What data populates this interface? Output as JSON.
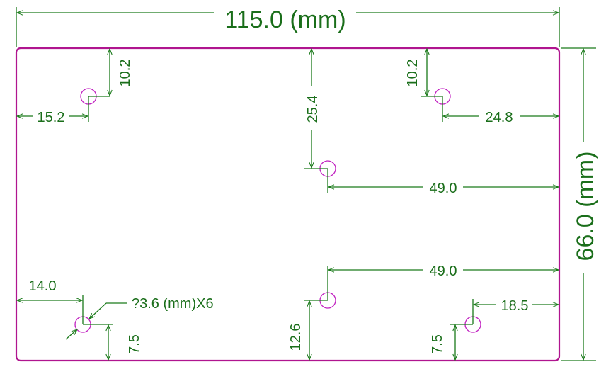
{
  "diagram": {
    "overall_width": "115.0 (mm)",
    "overall_height": "66.0 (mm)",
    "hole_note": "?3.6 (mm)X6",
    "dimensions": {
      "tl_vertical": "10.2",
      "tl_horizontal": "15.2",
      "top_center_vertical": "25.4",
      "tr_vertical": "10.2",
      "tr_horizontal": "24.8",
      "mid_right_horizontal": "49.0",
      "lower_right_horizontal": "49.0",
      "bl_horizontal": "14.0",
      "bl_vertical": "7.5",
      "bottom_center_vertical": "12.6",
      "br_vertical": "7.5",
      "br_horizontal": "18.5"
    },
    "colors": {
      "board_outline": "#b0158f",
      "dimension_lines": "#1a7a1a",
      "holes": "#c020c0"
    }
  }
}
